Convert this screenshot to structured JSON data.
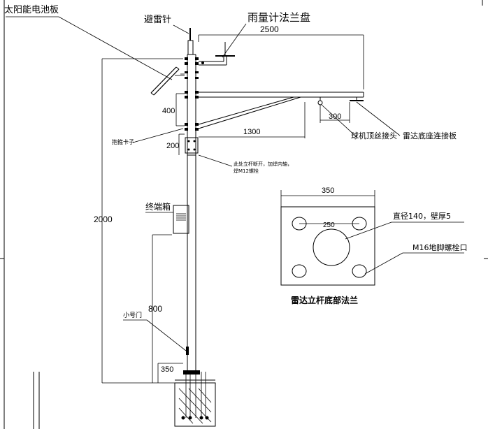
{
  "labels": {
    "solar_panel": "太阳能电池板",
    "lightning_rod": "避雷针",
    "rain_gauge_flange": "雨量计法兰盘",
    "hoop_clamp": "抱箍卡子",
    "terminal_box": "终端箱",
    "small_door": "小号门",
    "dome_camera_adapter": "球机顶丝接头",
    "radar_base_plate": "雷达底座连接板",
    "pole_note_line1": "此处立杆断开，加焊内轴，",
    "pole_note_line2": "焊M12螺栓",
    "diameter_spec": "直径140，壁厚5",
    "anchor_bolt_hole": "M16地脚螺栓口",
    "flange_title": "雷达立杆底部法兰"
  },
  "dimensions": {
    "d2500": "2500",
    "d400": "400",
    "d1300": "1300",
    "d300": "300",
    "d200": "200",
    "d2000": "2000",
    "d800": "800",
    "d350_base": "350",
    "d350_flange": "350",
    "d250_flange": "250"
  }
}
